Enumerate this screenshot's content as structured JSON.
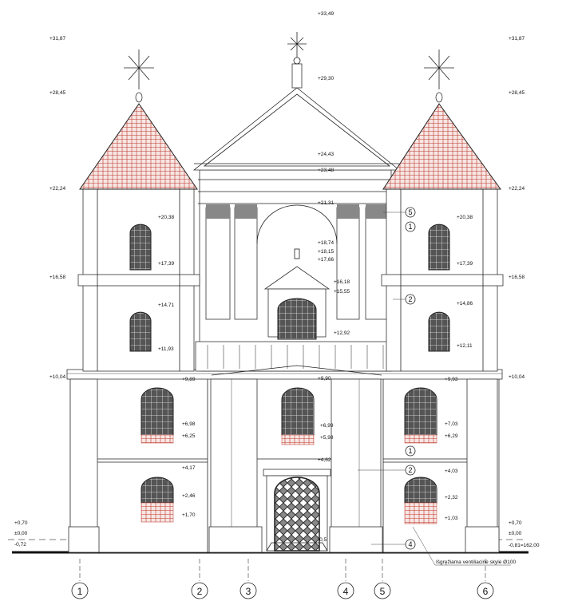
{
  "drawing": {
    "title": "Church facade elevation",
    "colors": {
      "roof_tile": "#c0392b",
      "line": "#222222",
      "window": "#3a3a3a"
    },
    "elevations_left": [
      "+31,87",
      "+28,45",
      "+22,24",
      "+16,58",
      "+10,04",
      "+0,70",
      "±0,00",
      "-0,72"
    ],
    "elevations_right": [
      "+31,87",
      "+28,45",
      "+22,24",
      "+16,58",
      "+10,04",
      "+0,70",
      "±0,00",
      "-0,81=162,00"
    ],
    "elevations_center": [
      "+33,49",
      "+29,30",
      "+24,43",
      "+23,48",
      "+21,31",
      "+18,74",
      "+18,15",
      "+17,66",
      "+16,18",
      "+15,55",
      "+12,92",
      "+9,90",
      "+6,99",
      "+5,98",
      "+4,62",
      "-0,5"
    ],
    "elevations_left_tower": [
      "+20,38",
      "+17,39",
      "+14,71",
      "+11,93",
      "+9,89",
      "+6,98",
      "+6,25",
      "+4,17",
      "+2,46",
      "+1,70"
    ],
    "elevations_right_tower": [
      "+20,38",
      "+17,39",
      "+14,86",
      "+12,11",
      "+9,93",
      "+7,03",
      "+6,29",
      "+4,03",
      "+2,32",
      "+1,03"
    ],
    "callouts": [
      "5",
      "1",
      "2",
      "1",
      "2",
      "4"
    ],
    "axes": [
      "1",
      "2",
      "3",
      "4",
      "5",
      "6"
    ],
    "note": "Išgręžiama ventiliacinė skylė Ø100"
  }
}
